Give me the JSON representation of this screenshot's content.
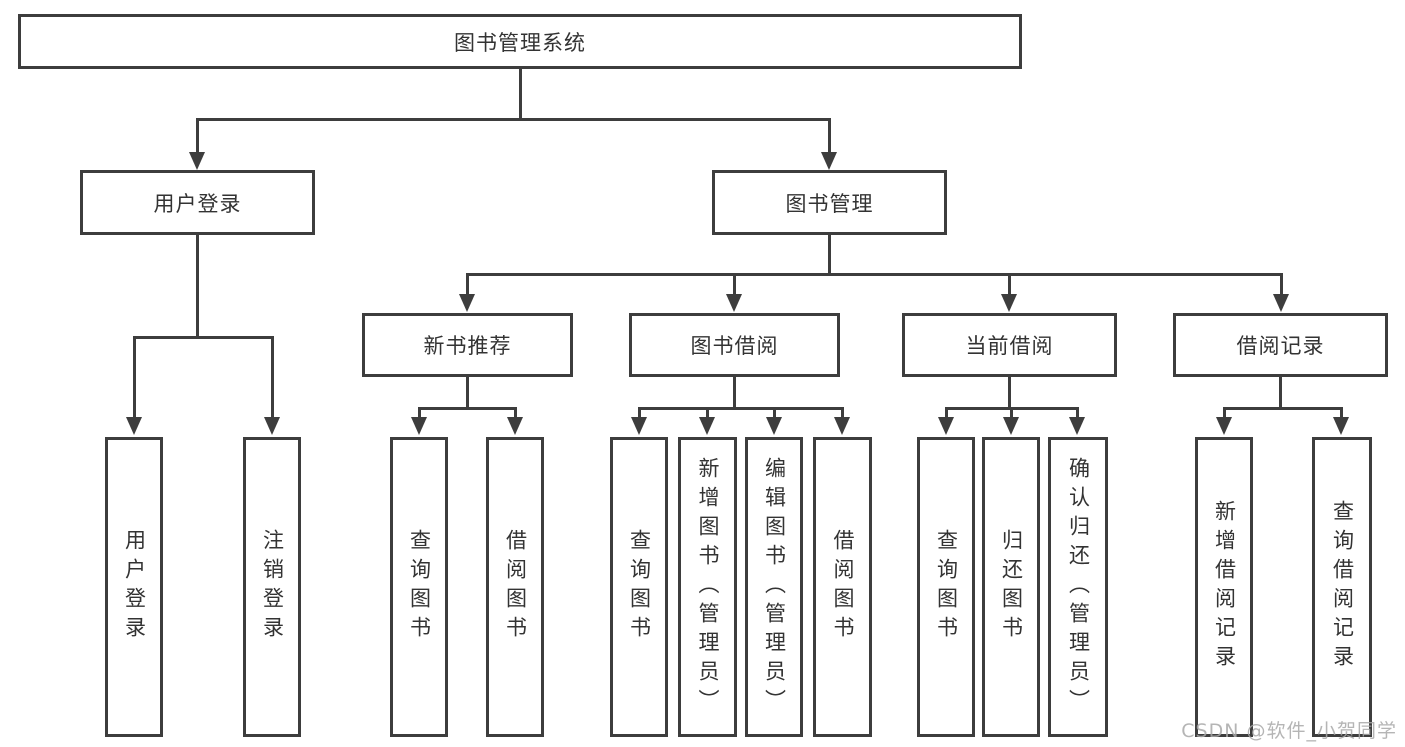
{
  "diagram": {
    "title": "图书管理系统",
    "tree": {
      "root": {
        "label": "图书管理系统",
        "children": [
          {
            "label": "用户登录",
            "children": [
              {
                "label": "用户登录"
              },
              {
                "label": "注销登录"
              }
            ]
          },
          {
            "label": "图书管理",
            "children": [
              {
                "label": "新书推荐",
                "children": [
                  {
                    "label": "查询图书"
                  },
                  {
                    "label": "借阅图书"
                  }
                ]
              },
              {
                "label": "图书借阅",
                "children": [
                  {
                    "label": "查询图书"
                  },
                  {
                    "label": "新增图书（管理员）"
                  },
                  {
                    "label": "编辑图书（管理员）"
                  },
                  {
                    "label": "借阅图书"
                  }
                ]
              },
              {
                "label": "当前借阅",
                "children": [
                  {
                    "label": "查询图书"
                  },
                  {
                    "label": "归还图书"
                  },
                  {
                    "label": "确认归还（管理员）"
                  }
                ]
              },
              {
                "label": "借阅记录",
                "children": [
                  {
                    "label": "新增借阅记录"
                  },
                  {
                    "label": "查询借阅记录"
                  }
                ]
              }
            ]
          }
        ]
      }
    }
  },
  "watermark": {
    "text": "CSDN @软件_小贺同学"
  },
  "colors": {
    "line": "#3d3d3d",
    "text": "#333333",
    "background": "#ffffff",
    "watermark": "#a9a9a9"
  }
}
